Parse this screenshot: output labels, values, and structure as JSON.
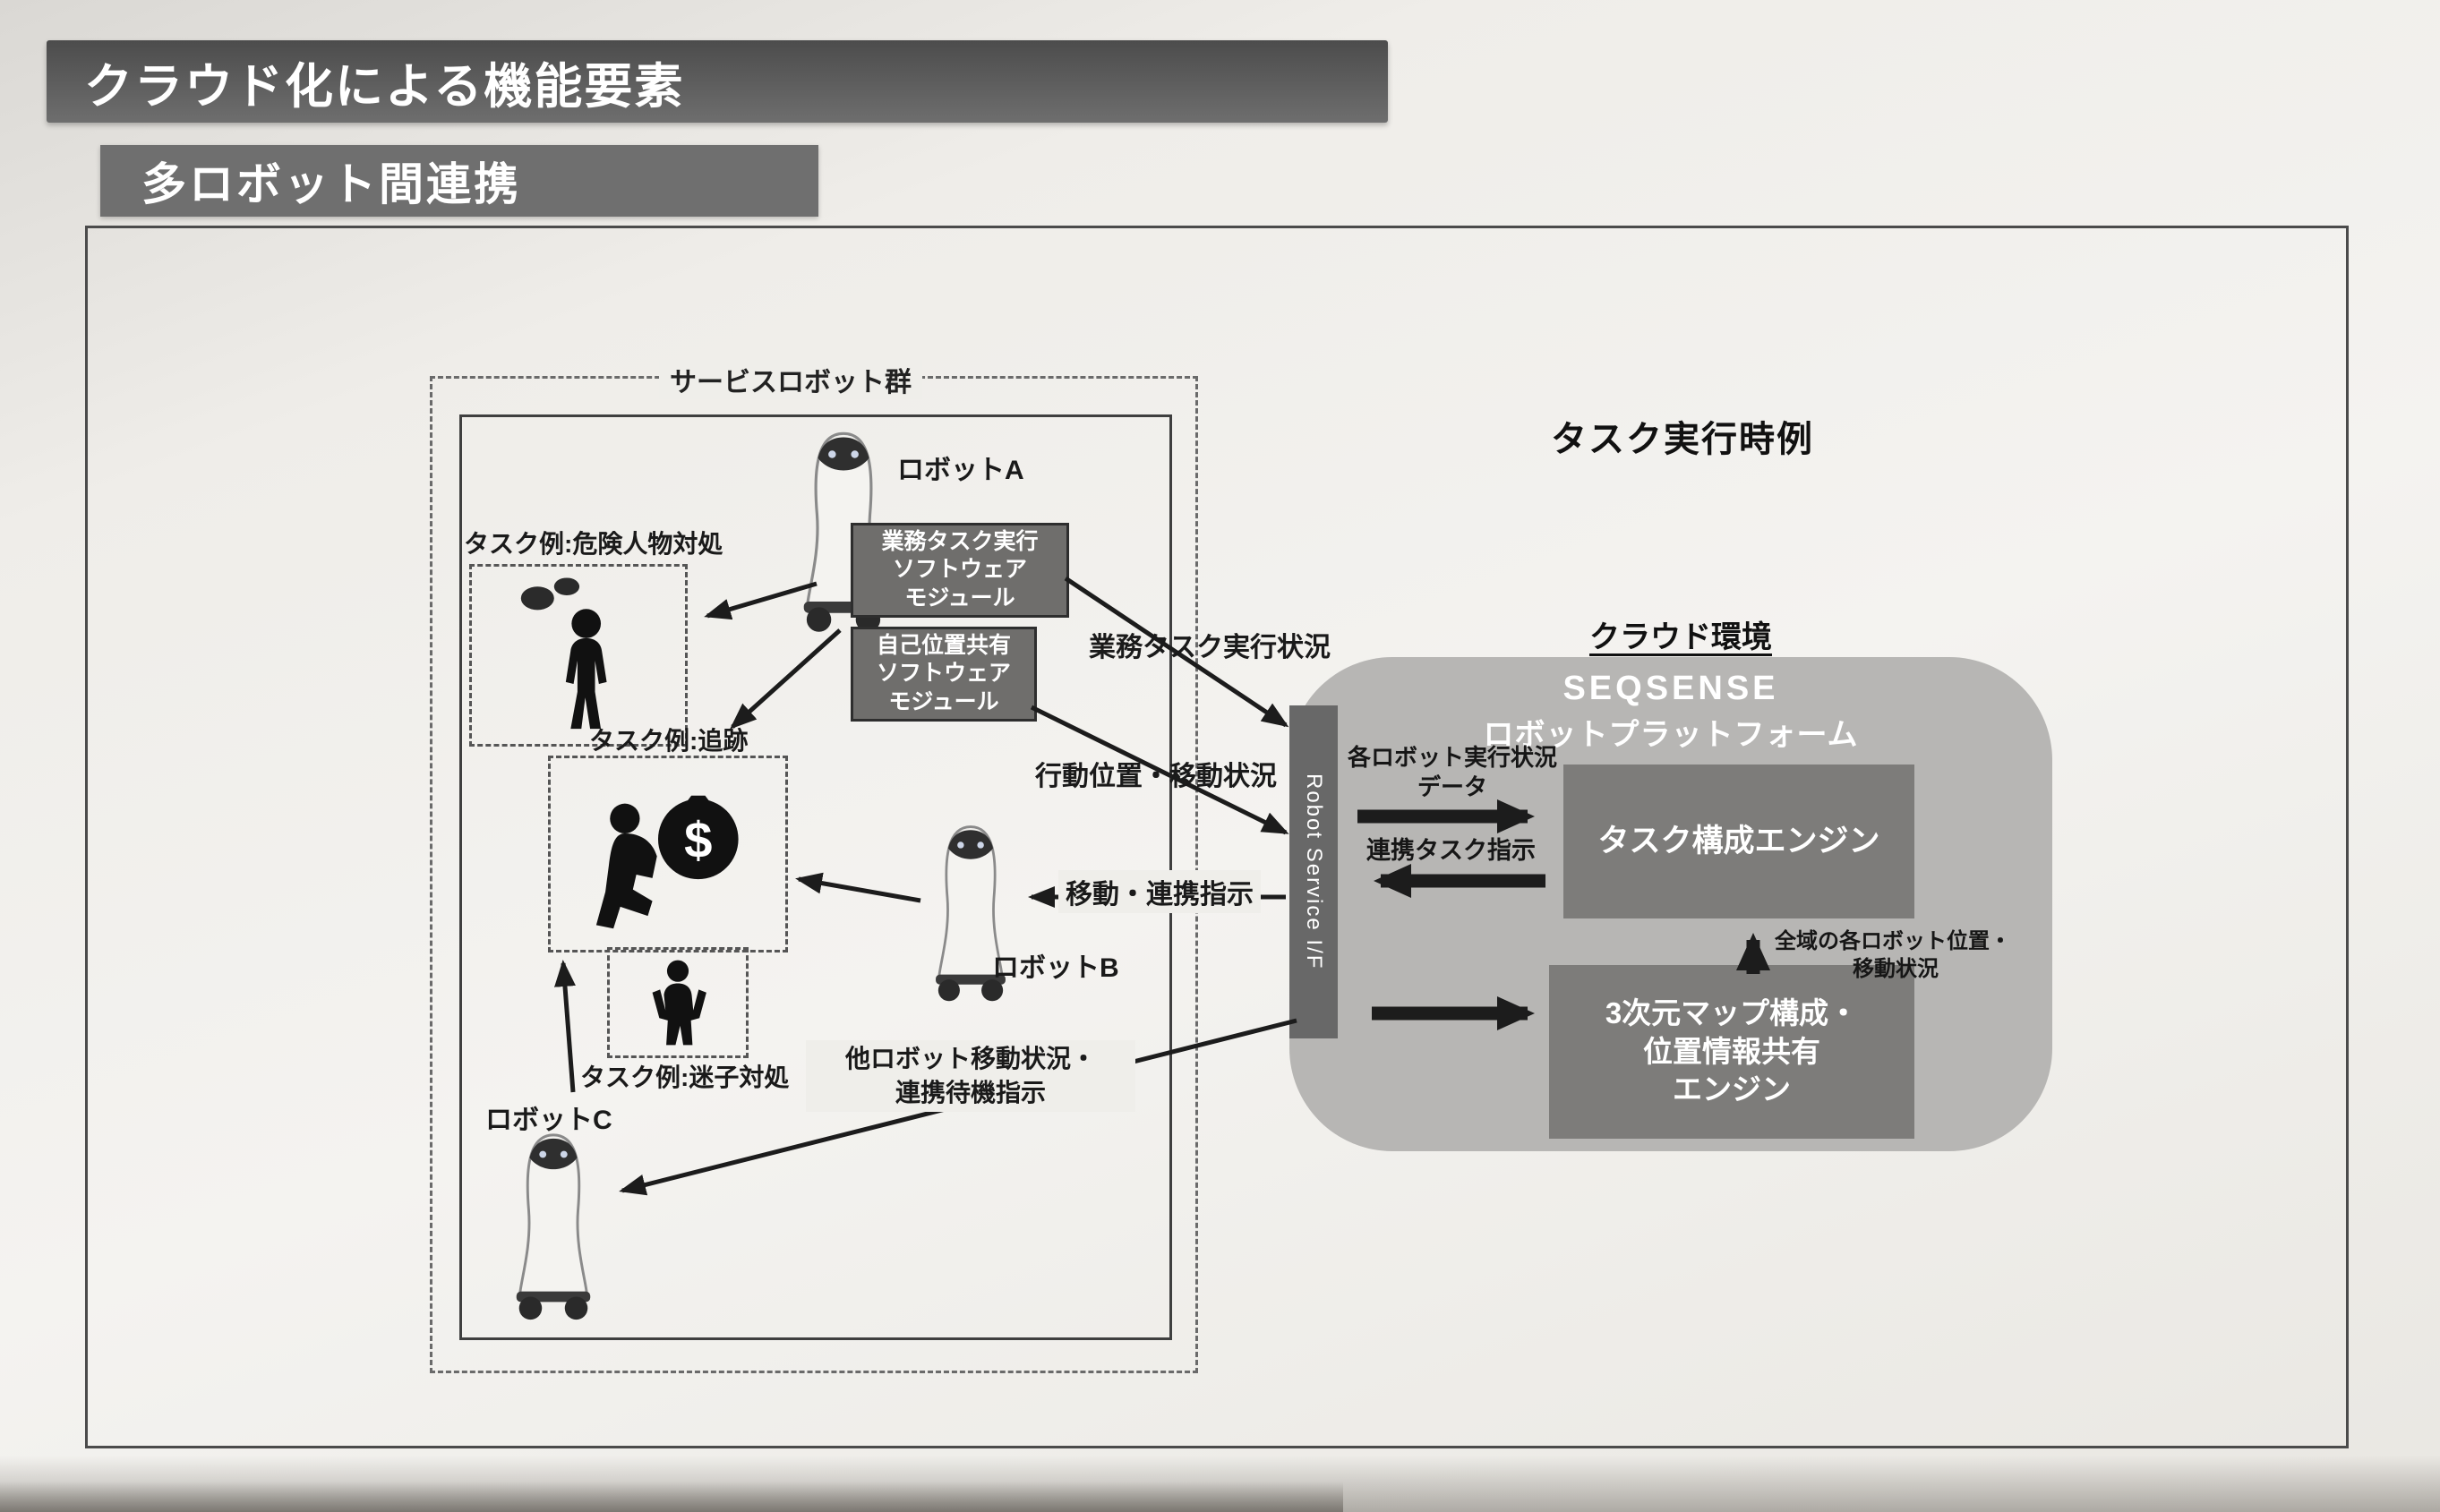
{
  "slide": {
    "title": "クラウド化による機能要素",
    "subtitle": "多ロボット間連携"
  },
  "diagram": {
    "group": {
      "label": "サービスロボット群",
      "robot_a": "ロボットA",
      "robot_b": "ロボットB",
      "robot_c": "ロボットC",
      "module_task": {
        "lines": [
          "業務タスク実行",
          "ソフトウェア",
          "モジュール"
        ]
      },
      "module_position": {
        "lines": [
          "自己位置共有",
          "ソフトウェア",
          "モジュール"
        ]
      },
      "task_danger": "タスク例:危険人物対処",
      "task_chase": "タスク例:追跡",
      "task_lost": "タスク例:迷子対処",
      "money_symbol": "$"
    },
    "flow_labels": {
      "task_status": "業務タスク実行状況",
      "position_status": "行動位置・移動状況",
      "move_order": "移動・連携指示",
      "other_robot": {
        "lines": [
          "他ロボット移動状況・",
          "連携待機指示"
        ]
      }
    },
    "right": {
      "heading": "タスク実行時例",
      "cloud_label": "クラウド環境",
      "brand": "SEQSENSE",
      "platform": "ロボットプラットフォーム",
      "interface": "Robot Service I/F",
      "engine_task": "タスク構成エンジン",
      "engine_map": {
        "lines": [
          "3次元マップ構成・",
          "位置情報共有",
          "エンジン"
        ]
      },
      "arrow_status": {
        "lines": [
          "各ロボット実行状況",
          "データ"
        ]
      },
      "arrow_order": "連携タスク指示",
      "arrow_positions": {
        "lines": [
          "全域の各ロボット位置・",
          "移動状況"
        ]
      }
    },
    "colors": {
      "banner_gray": "#5c5c5c",
      "cloud_gray": "#b7b6b4",
      "engine_gray": "#7d7c7a",
      "module_gray": "#6f6e6c",
      "arrow_black": "#1c1c1c"
    }
  }
}
